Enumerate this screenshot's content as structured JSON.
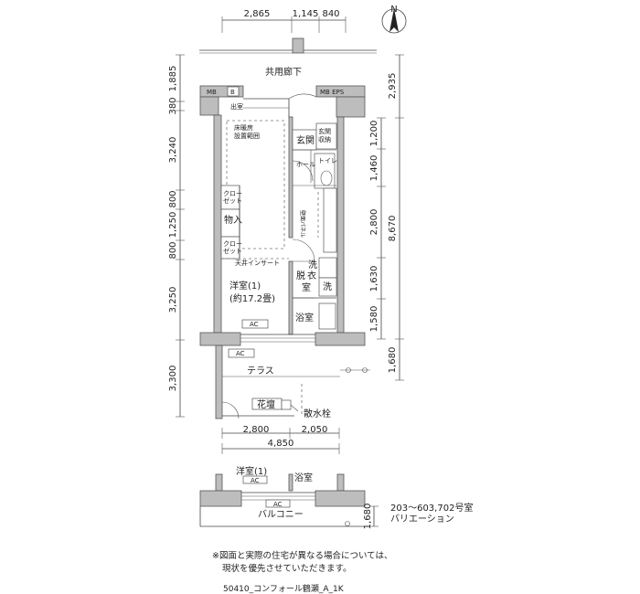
{
  "compass": {
    "label": "N"
  },
  "top_dims": [
    "2,865",
    "1,145",
    "840"
  ],
  "left_dims": [
    "1,885",
    "380",
    "3,240",
    "800",
    "1,250",
    "800",
    "3,250",
    "3,300"
  ],
  "right_dims_outer": [
    "2,935",
    "8,670",
    "1,680"
  ],
  "right_dims_inner": [
    "1,200",
    "1,460",
    "2,800",
    "1,630",
    "1,580"
  ],
  "bottom_dims": [
    "2,800",
    "2,050",
    "4,850"
  ],
  "rooms": {
    "corridor": "共用廊下",
    "mb_left": "MB",
    "b_box": "B",
    "mb_eps": "MB EPS",
    "entry_room": "出室",
    "floor_heating_1": "床暖房",
    "floor_heating_2": "設置範囲",
    "genkan": "玄関",
    "shoe_1": "玄関",
    "shoe_2": "収納",
    "hall": "ホール",
    "toilet": "トイレ",
    "closet1_1": "クロー",
    "closet1_2": "ゼット",
    "storage": "物入",
    "closet2_1": "クロー",
    "closet2_2": "ゼット",
    "ceiling_insert": "天井インサート",
    "wall_panel": "壁面パネル",
    "dressing_1": "洗",
    "dressing_2": "脱",
    "dressing_3": "衣",
    "dressing_4": "室",
    "washer": "洗",
    "western_1": "洋室(1)",
    "western_2": "(約17.2畳)",
    "bath": "浴室",
    "ac_main": "AC",
    "ac_terrace": "AC",
    "terrace": "テラス",
    "flowerbed": "花壇",
    "sprinkler": "散水栓"
  },
  "variation": {
    "western": "洋室(1)",
    "bath": "浴室",
    "ac1": "AC",
    "ac2": "AC",
    "balcony": "バルコニー",
    "dim": "1,680",
    "caption_1": "203～603,702号室",
    "caption_2": "バリエーション"
  },
  "notes": {
    "line1": "※図面と実際の住宅が異なる場合については、",
    "line2": "現状を優先させていただきます。",
    "code": "50410_コンフォール鶴瀬_A_1K"
  }
}
